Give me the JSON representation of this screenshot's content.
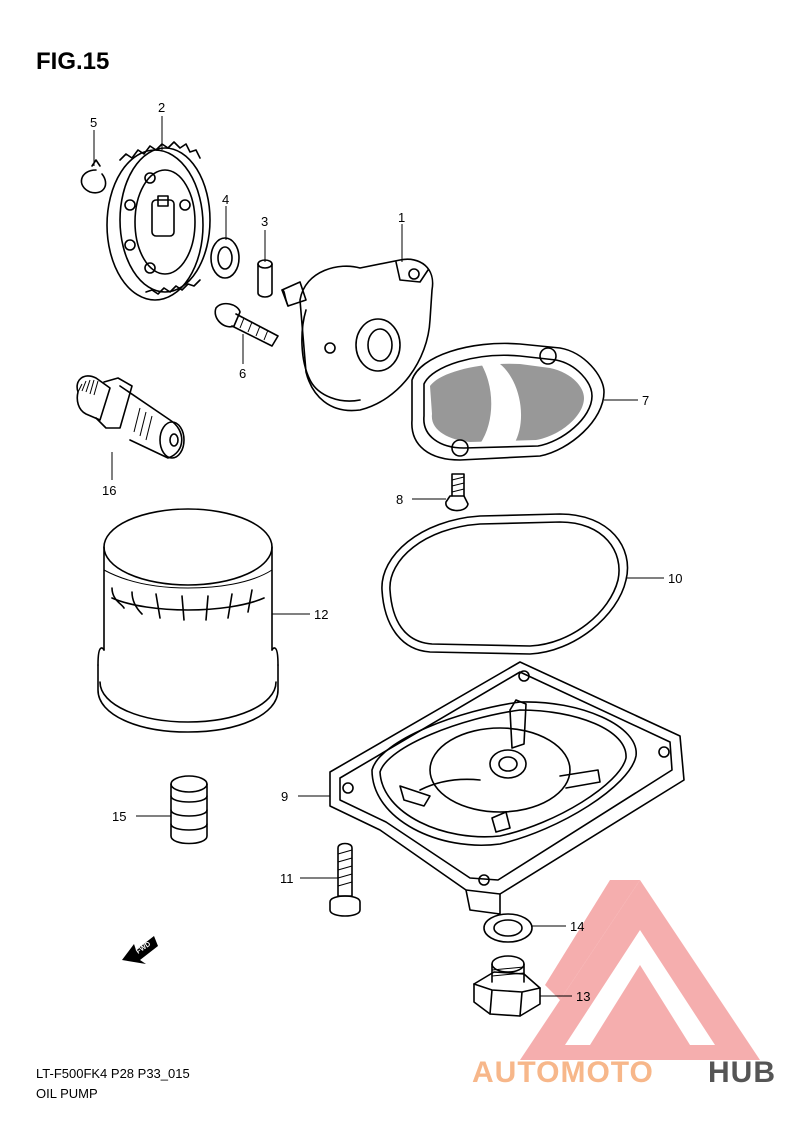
{
  "figure": {
    "title": "FIG.15",
    "code": "LT-F500FK4 P28 P33_015",
    "name": "OIL PUMP"
  },
  "fwd_marker": "FWD",
  "callouts": [
    "1",
    "2",
    "3",
    "4",
    "5",
    "6",
    "7",
    "8",
    "9",
    "10",
    "11",
    "12",
    "13",
    "14",
    "15",
    "16"
  ],
  "watermark": {
    "part1": "AUTOMOTO",
    "part2": "HUB",
    "colors": {
      "triangle": "#f4a0a0",
      "part1": "#f7b78a",
      "part2": "#555555"
    }
  }
}
